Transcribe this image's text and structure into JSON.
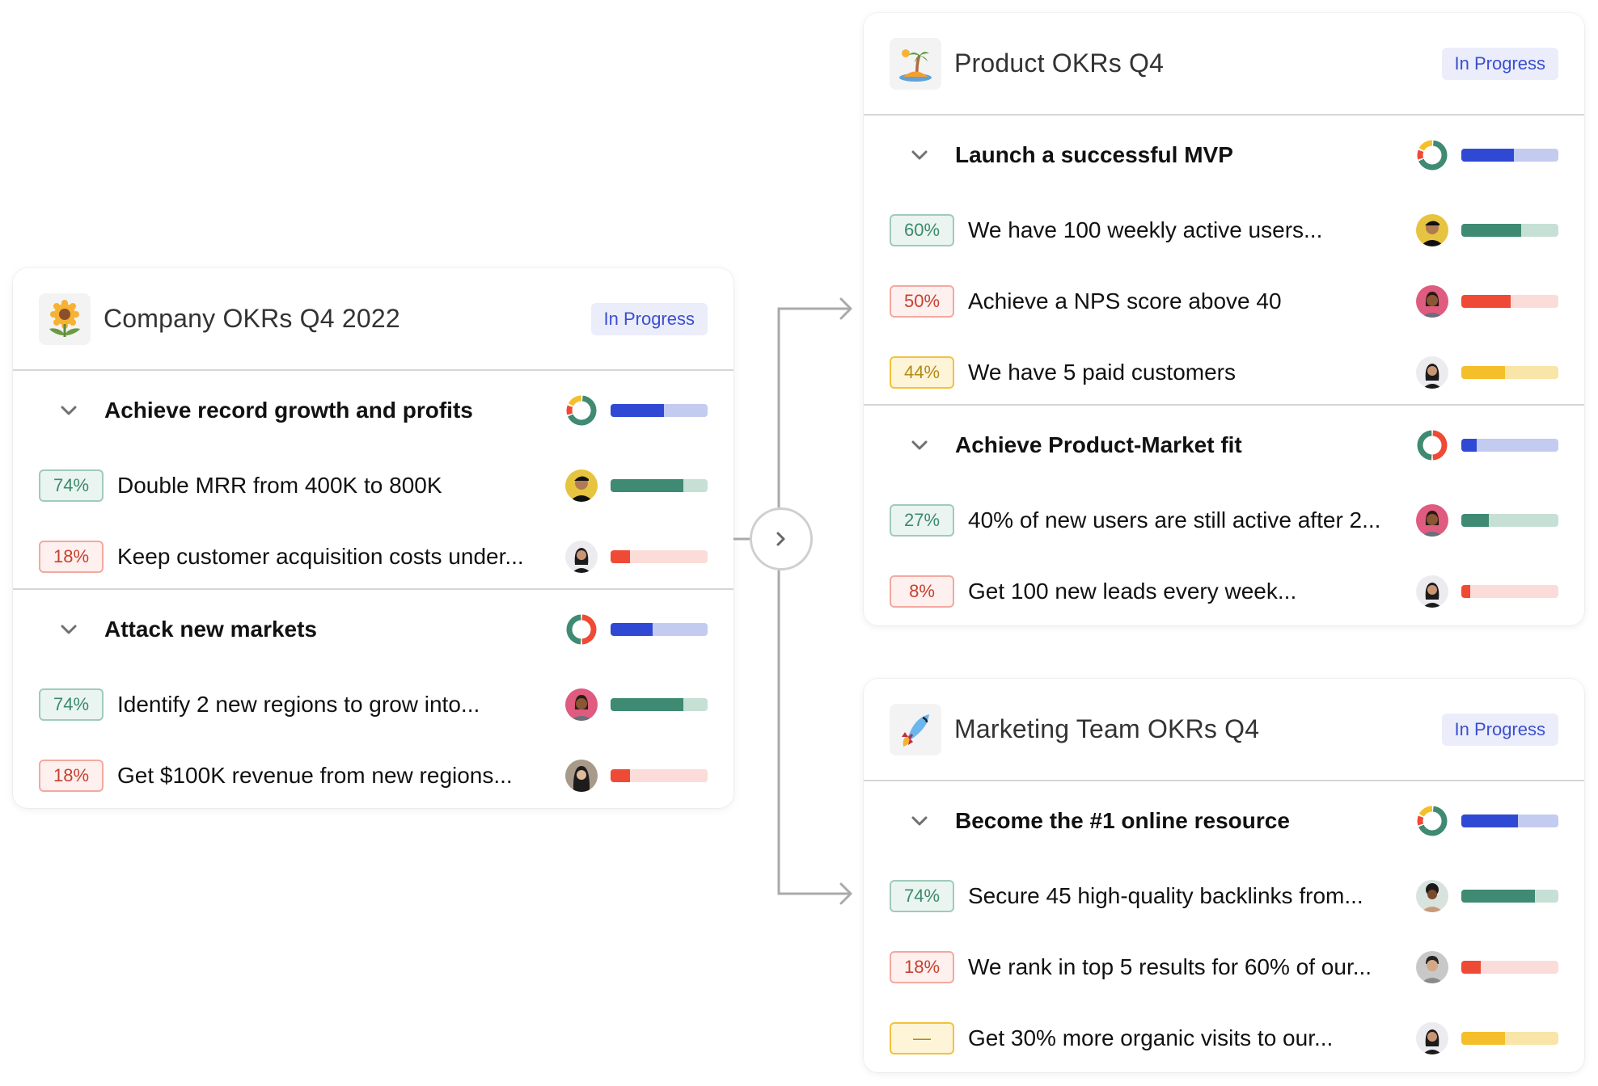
{
  "colors": {
    "status_pill_bg": "#ebedfb",
    "status_pill_text": "#3a4fcf",
    "green": "#3f8a73",
    "red": "#ef4a35",
    "yellow": "#f5bf2b",
    "blue": "#3049d4",
    "connector": "#aaaaaa"
  },
  "connector": {
    "next_button_icon": "chevron-right-icon"
  },
  "cards": [
    {
      "title": "Company OKRs Q4 2022",
      "icon": "sunflower-icon",
      "status": "In Progress",
      "objectives": [
        {
          "title": "Achieve record growth and profits",
          "progress": 55,
          "distribution": {
            "green": 70,
            "red": 10,
            "yellow": 20
          },
          "key_results": [
            {
              "badge": "74%",
              "status": "green",
              "title": "Double MRR from 400K to 800K",
              "progress": 74,
              "avatar": "avatar-man-cap-yellow"
            },
            {
              "badge": "18%",
              "status": "red",
              "title": "Keep customer acquisition costs under...",
              "progress": 18,
              "avatar": "avatar-woman-dark-hair"
            }
          ]
        },
        {
          "title": "Attack new markets",
          "progress": 43,
          "distribution": {
            "green": 50,
            "red": 50,
            "yellow": 0
          },
          "key_results": [
            {
              "badge": "74%",
              "status": "green",
              "title": "Identify 2 new regions to grow into...",
              "progress": 74,
              "avatar": "avatar-woman-pink-bg"
            },
            {
              "badge": "18%",
              "status": "red",
              "title": "Get $100K revenue from new regions...",
              "progress": 18,
              "avatar": "avatar-woman-hijab"
            }
          ]
        }
      ]
    },
    {
      "title": "Product OKRs Q4",
      "icon": "desert-island-icon",
      "status": "In Progress",
      "objectives": [
        {
          "title": "Launch a successful MVP",
          "progress": 54,
          "distribution": {
            "green": 70,
            "red": 10,
            "yellow": 20
          },
          "key_results": [
            {
              "badge": "60%",
              "status": "green",
              "title": "We have 100 weekly active users...",
              "progress": 62,
              "avatar": "avatar-man-cap-yellow"
            },
            {
              "badge": "50%",
              "status": "red",
              "title": "Achieve a NPS score above 40",
              "progress": 51,
              "avatar": "avatar-woman-pink-bg"
            },
            {
              "badge": "44%",
              "status": "yellow",
              "title": "We have 5 paid customers",
              "progress": 45,
              "avatar": "avatar-woman-dark-hair"
            }
          ]
        },
        {
          "title": "Achieve Product-Market fit",
          "progress": 16,
          "distribution": {
            "green": 50,
            "red": 50,
            "yellow": 0
          },
          "key_results": [
            {
              "badge": "27%",
              "status": "green",
              "title": "40% of new users are still active after 2...",
              "progress": 28,
              "avatar": "avatar-woman-pink-bg"
            },
            {
              "badge": "8%",
              "status": "red",
              "title": "Get 100 new leads every week...",
              "progress": 9,
              "avatar": "avatar-woman-dark-hair"
            }
          ]
        }
      ]
    },
    {
      "title": "Marketing Team OKRs Q4",
      "icon": "rocket-icon",
      "status": "In Progress",
      "objectives": [
        {
          "title": "Become the #1 online resource",
          "progress": 58,
          "distribution": {
            "green": 70,
            "red": 10,
            "yellow": 20
          },
          "key_results": [
            {
              "badge": "74%",
              "status": "green",
              "title": "Secure 45 high-quality backlinks from...",
              "progress": 76,
              "avatar": "avatar-man-curly-hair"
            },
            {
              "badge": "18%",
              "status": "red",
              "title": "We rank in top 5 results for 60% of our...",
              "progress": 20,
              "avatar": "avatar-man-smiling-gray"
            },
            {
              "badge": "—",
              "status": "yellow",
              "title": "Get 30% more organic visits to our...",
              "progress": 45,
              "avatar": "avatar-woman-dark-hair"
            }
          ]
        }
      ]
    }
  ]
}
